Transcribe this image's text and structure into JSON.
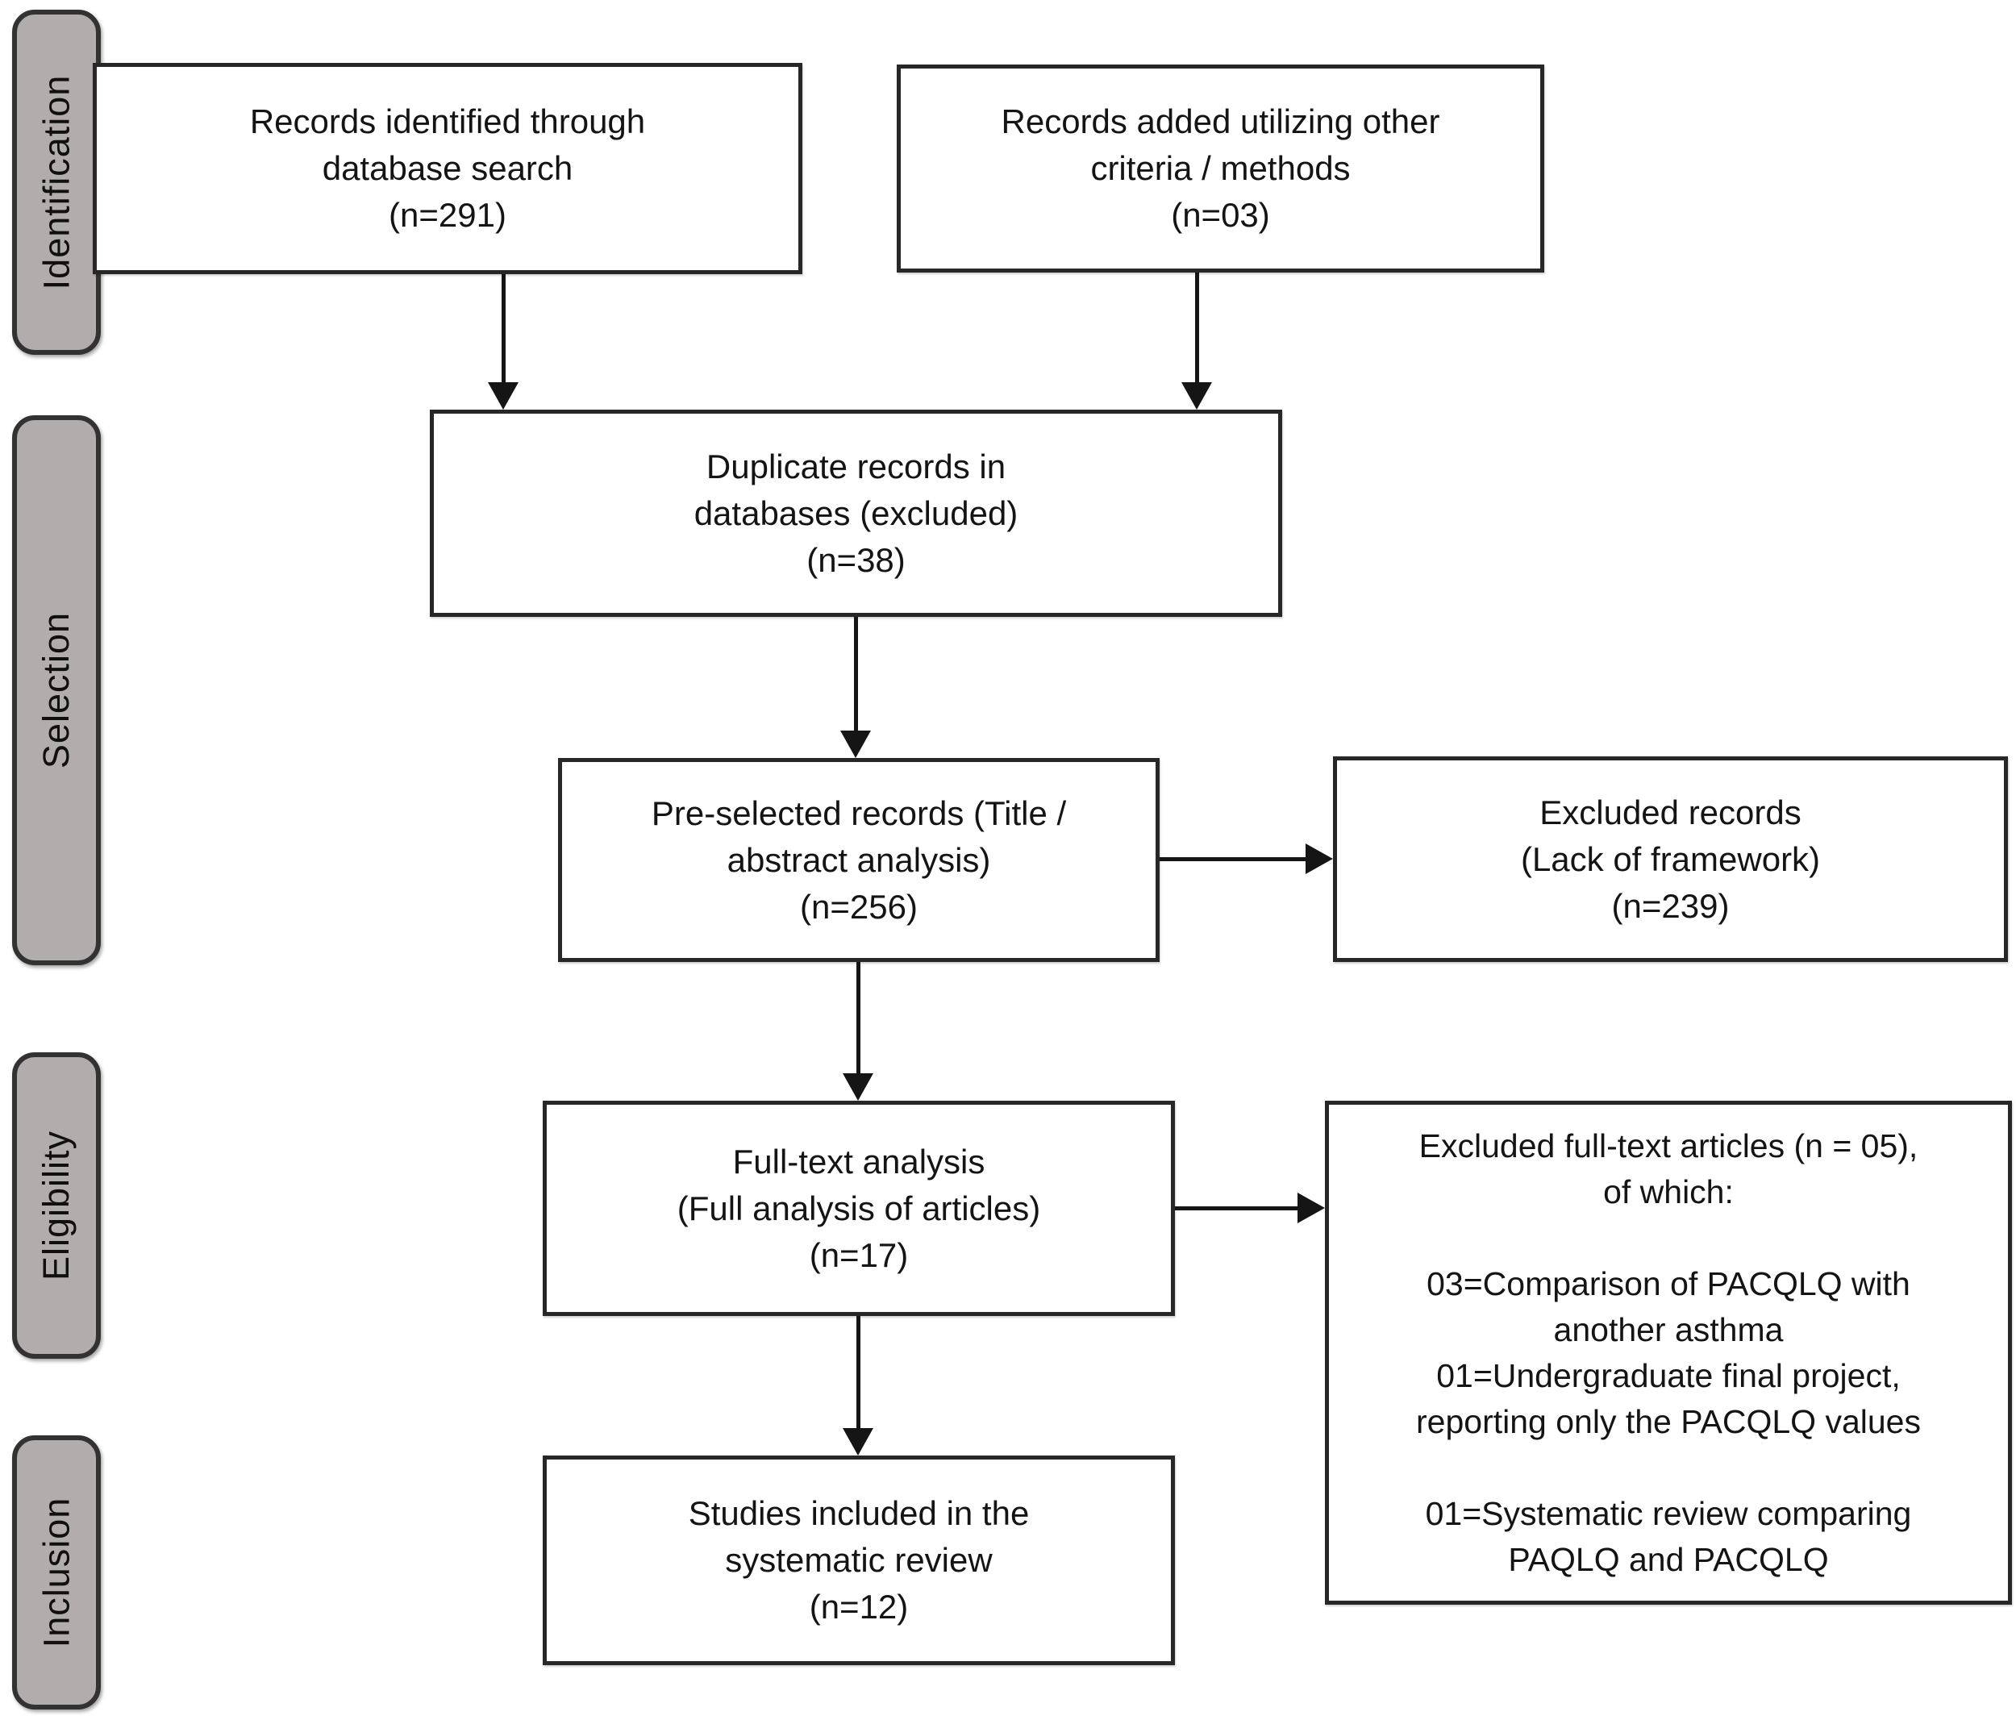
{
  "stages": {
    "identification": "Identification",
    "selection": "Selection",
    "eligibility": "Eligibility",
    "inclusion": "Inclusion"
  },
  "boxes": {
    "records_identified": "Records identified through\ndatabase search\n(n=291)",
    "records_added": "Records added utilizing other\ncriteria / methods\n(n=03)",
    "duplicates_excluded": "Duplicate records in\ndatabases (excluded)\n(n=38)",
    "preselected_records": "Pre-selected records (Title /\nabstract analysis)\n(n=256)",
    "excluded_records": "Excluded records\n(Lack of framework)\n(n=239)",
    "fulltext_analysis": "Full-text analysis\n(Full analysis of articles)\n(n=17)",
    "excluded_fulltext": "Excluded full-text articles (n = 05),\nof which:\n\n03=Comparison of PACQLQ with\nanother asthma\n01=Undergraduate final project,\nreporting only the PACQLQ values\n\n01=Systematic review comparing\nPAQLQ and PACQLQ",
    "included_studies": "Studies included in the\nsystematic review\n(n=12)"
  },
  "counts": {
    "identified_database_search": 291,
    "added_other_criteria": 3,
    "duplicates_excluded": 38,
    "preselected": 256,
    "excluded_lack_of_framework": 239,
    "fulltext_analyzed": 17,
    "excluded_fulltext_total": 5,
    "excluded_comparison_pacqlq": 3,
    "excluded_undergraduate_project": 1,
    "excluded_systematic_review": 1,
    "included_in_review": 12
  },
  "colors": {
    "background": "#ffffff",
    "stage_fill": "#b0adac",
    "stage_border": "#323232",
    "box_border": "#272727",
    "arrow": "#151515",
    "text": "#141414"
  }
}
